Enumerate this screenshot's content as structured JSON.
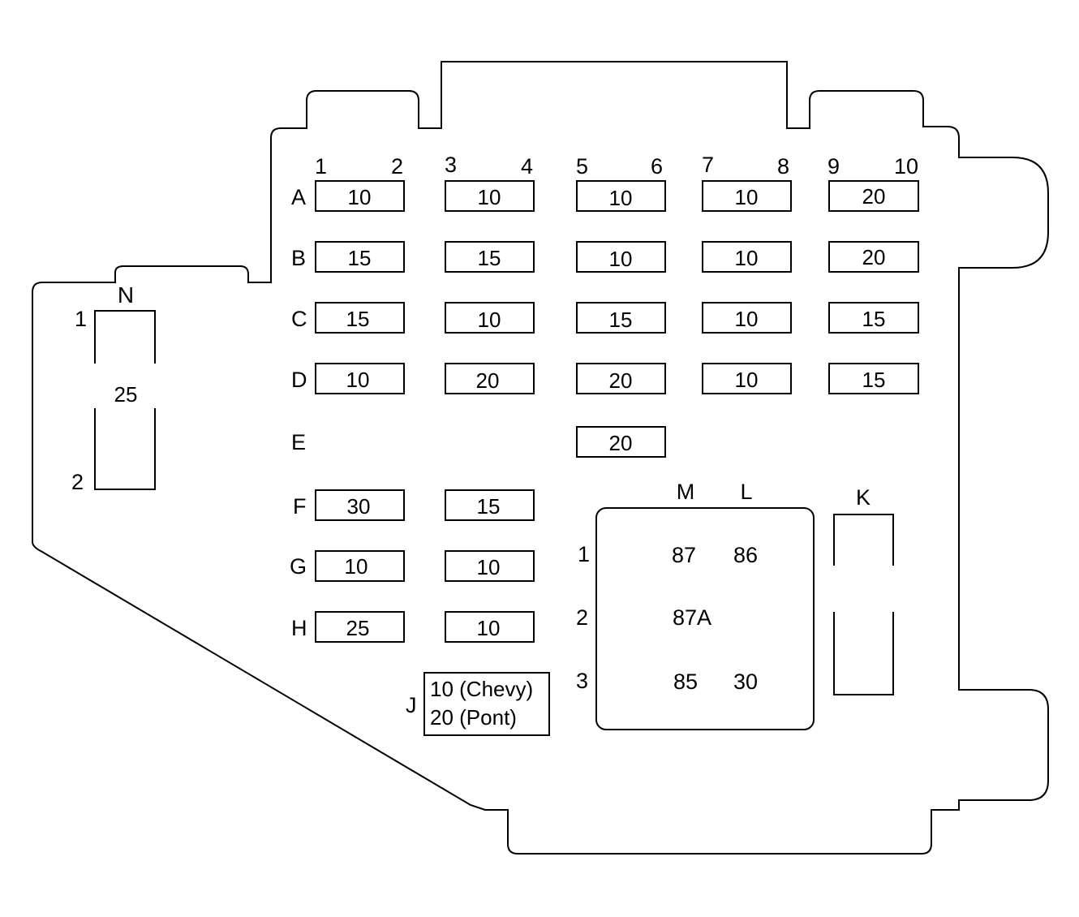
{
  "column_numbers": [
    "1",
    "2",
    "3",
    "4",
    "5",
    "6",
    "7",
    "8",
    "9",
    "10"
  ],
  "row_letters": [
    "A",
    "B",
    "C",
    "D",
    "E",
    "F",
    "G",
    "H"
  ],
  "fuses": {
    "A": [
      "10",
      "10",
      "10",
      "10",
      "20"
    ],
    "B": [
      "15",
      "15",
      "10",
      "10",
      "20"
    ],
    "C": [
      "15",
      "10",
      "15",
      "10",
      "15"
    ],
    "D": [
      "10",
      "20",
      "20",
      "10",
      "15"
    ],
    "E": [
      "20"
    ],
    "F": [
      "30",
      "15"
    ],
    "G": [
      "10",
      "10"
    ],
    "H": [
      "25",
      "10"
    ]
  },
  "fuse_n": {
    "label": "N",
    "value": "25",
    "pin_top": "1",
    "pin_bottom": "2"
  },
  "fuse_j": {
    "label": "J",
    "line1": "10 (Chevy)",
    "line2": "20 (Pont)"
  },
  "relay_k": {
    "label": "K"
  },
  "relay_block": {
    "col_labels": [
      "M",
      "L"
    ],
    "row_labels": [
      "1",
      "2",
      "3"
    ],
    "terminals": [
      [
        "87",
        "86"
      ],
      [
        "87A"
      ],
      [
        "85",
        "30"
      ]
    ]
  }
}
